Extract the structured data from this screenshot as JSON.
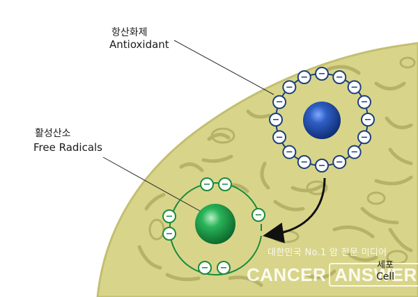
{
  "labels": {
    "antioxidant_ko": "항산화제",
    "antioxidant_en": "Antioxidant",
    "free_radicals_ko": "활성산소",
    "free_radicals_en": "Free Radicals",
    "cell_ko": "세포",
    "cell_en": "Cell"
  },
  "watermark": {
    "tagline": "대한민국 No.1 암 전문 미디어",
    "brand_left": "CANCER",
    "brand_right": "ANSWER"
  },
  "colors": {
    "cell_fill": "#d8d58a",
    "cell_edge": "#c3bf70",
    "organelle": "#b8b46a",
    "antioxidant_core": "#1e4fa8",
    "electron_ring_blue": "#1c3f7a",
    "free_radical_core": "#1e9a4a",
    "electron_ring_green": "#1a8a3c"
  },
  "electron_symbol": "−"
}
